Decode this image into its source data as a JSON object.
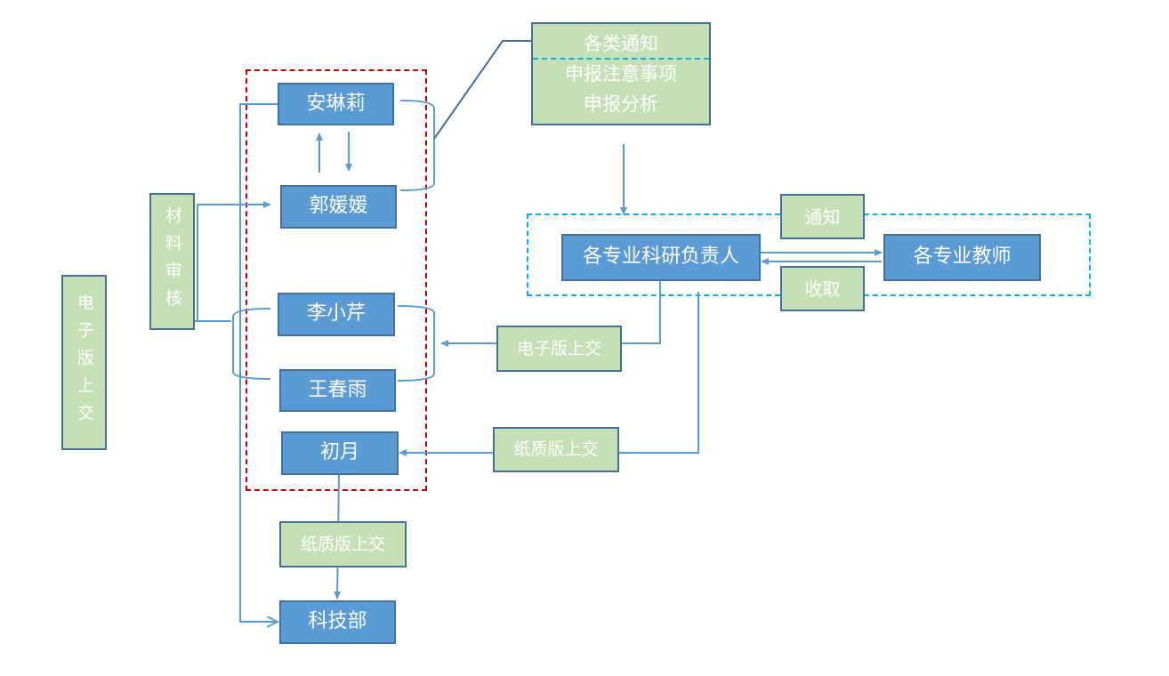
{
  "nodes": {
    "electronic_submit_vertical": "电子版上交",
    "material_review": "材料审核",
    "an_linli": "安琳莉",
    "guo_yuanyuan": "郭媛媛",
    "li_xiaoqin": "李小芹",
    "wang_chunyu": "王春雨",
    "chu_yue": "初月",
    "kejibu": "科技部",
    "notices": [
      "各类通知",
      "申报注意事项",
      "申报分析"
    ],
    "research_leads": "各专业科研负责人",
    "teachers": "各专业教师",
    "notify": "通知",
    "collect": "收取",
    "electronic_submit": "电子版上交",
    "paper_submit_right": "纸质版上交",
    "paper_submit_bottom": "纸质版上交"
  },
  "colors": {
    "blue_box": "#5b9bd5",
    "green_box": "#c5e0b4",
    "box_border": "#41719c",
    "red_dashed": "#c00000",
    "cyan_dashed": "#00b0f0",
    "connector": "#5b9bd5"
  }
}
